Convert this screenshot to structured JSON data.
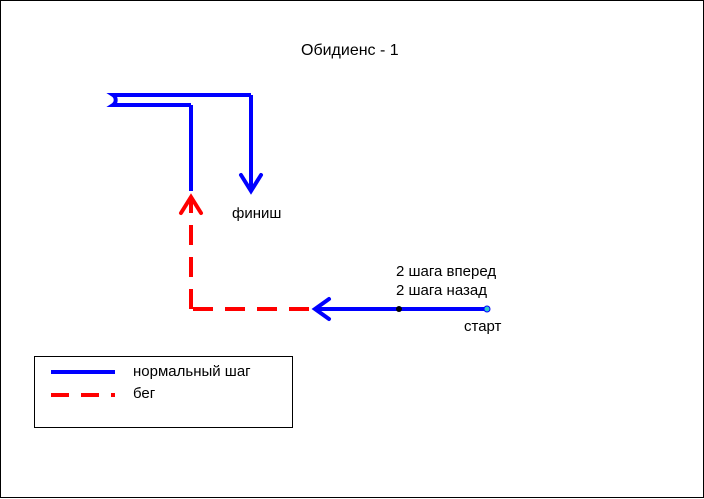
{
  "diagram": {
    "title": "Обидиенс - 1",
    "labels": {
      "finish": "финиш",
      "steps_forward": "2 шага вперед",
      "steps_back": "2 шага назад",
      "start": "старт"
    },
    "legend": {
      "normal": "нормальный шаг",
      "run": "бег"
    },
    "colors": {
      "normal": "#0000ff",
      "run": "#ff0000",
      "start_dot": "#33cccc",
      "marker_dot": "#000000",
      "border": "#000000"
    }
  }
}
